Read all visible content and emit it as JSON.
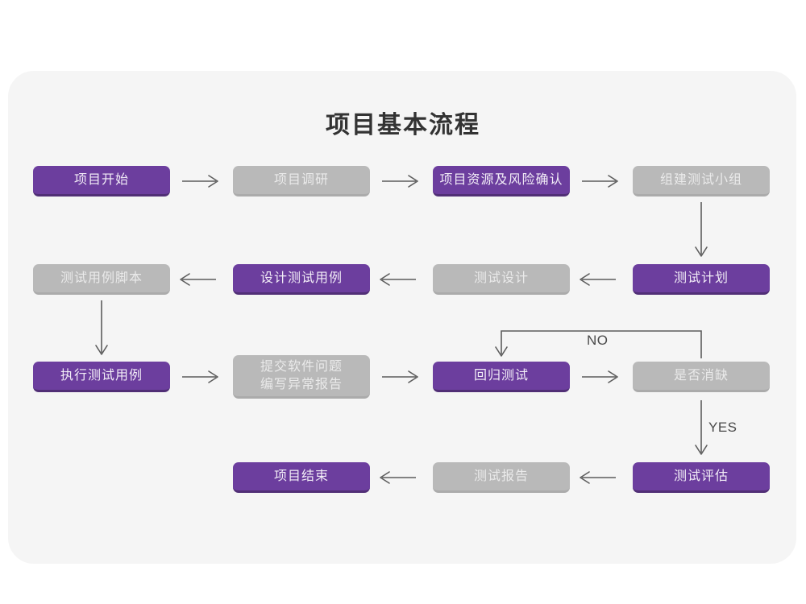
{
  "diagram": {
    "title": "项目基本流程",
    "background_color": "#ffffff",
    "card_color": "#f5f5f5",
    "accent_color": "#6c3e9e",
    "muted_color": "#b9b9b9",
    "connector_color": "#5d5d5d"
  },
  "nodes": [
    {
      "id": "n1",
      "label": "项目开始",
      "style": "purple",
      "row": 1
    },
    {
      "id": "n2",
      "label": "项目调研",
      "style": "gray",
      "row": 1
    },
    {
      "id": "n3",
      "label": "项目资源及风险确认",
      "style": "purple",
      "row": 1
    },
    {
      "id": "n4",
      "label": "组建测试小组",
      "style": "gray",
      "row": 1
    },
    {
      "id": "n5",
      "label": "测试用例脚本",
      "style": "gray",
      "row": 2
    },
    {
      "id": "n6",
      "label": "设计测试用例",
      "style": "purple",
      "row": 2
    },
    {
      "id": "n7",
      "label": "测试设计",
      "style": "gray",
      "row": 2
    },
    {
      "id": "n8",
      "label": "测试计划",
      "style": "purple",
      "row": 2
    },
    {
      "id": "n9",
      "label": "执行测试用例",
      "style": "purple",
      "row": 3
    },
    {
      "id": "n10",
      "label": "提交软件问题\n编写异常报告",
      "style": "gray",
      "row": 3
    },
    {
      "id": "n11",
      "label": "回归测试",
      "style": "purple",
      "row": 3
    },
    {
      "id": "n12",
      "label": "是否消缺",
      "style": "gray",
      "row": 3
    },
    {
      "id": "n13",
      "label": "项目结束",
      "style": "purple",
      "row": 4
    },
    {
      "id": "n14",
      "label": "测试报告",
      "style": "gray",
      "row": 4
    },
    {
      "id": "n15",
      "label": "测试评估",
      "style": "purple",
      "row": 4
    }
  ],
  "edge_labels": {
    "no": "NO",
    "yes": "YES"
  }
}
